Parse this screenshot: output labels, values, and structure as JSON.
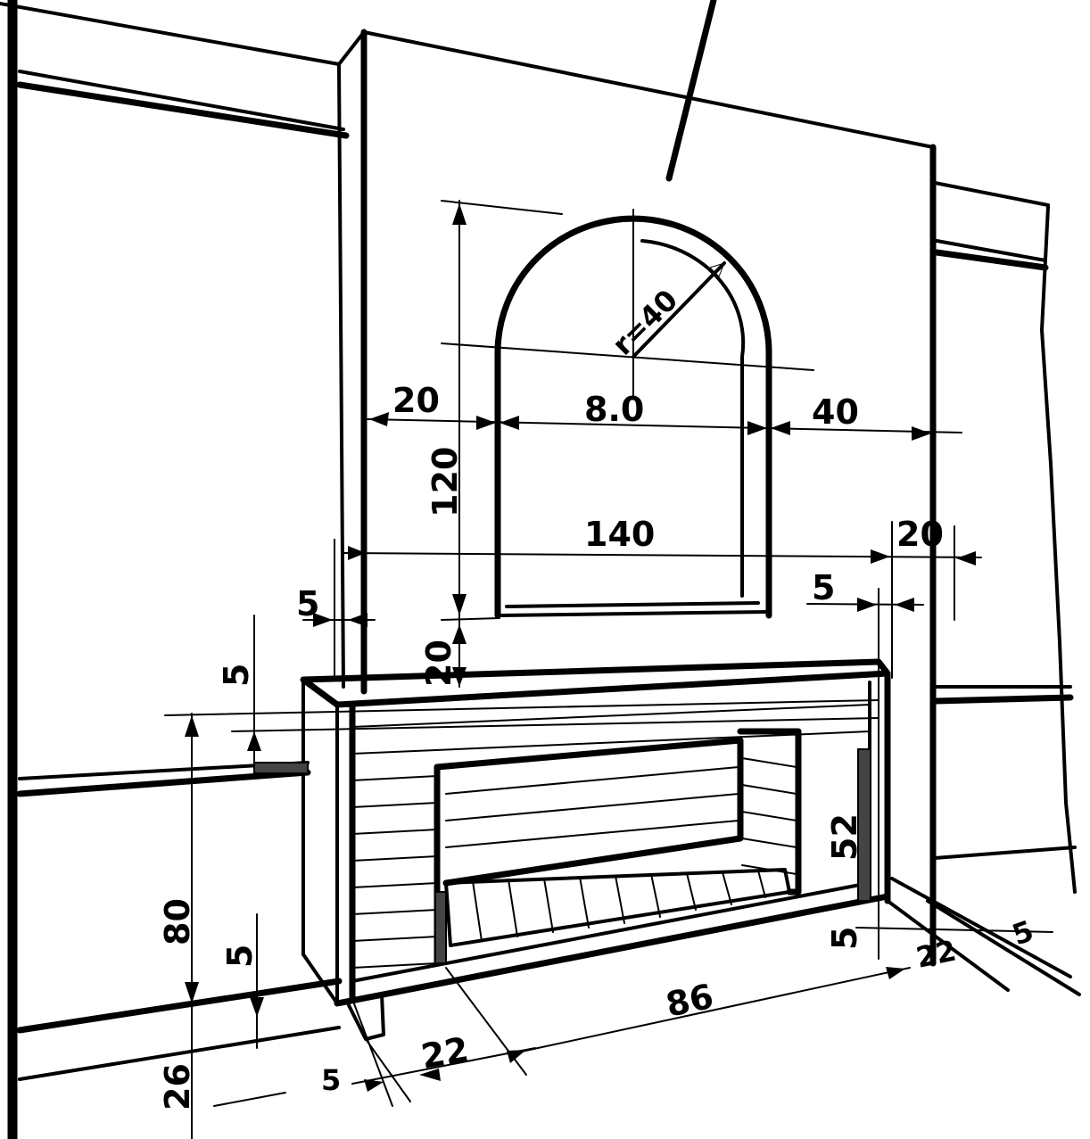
{
  "dimensions": {
    "left_margin": "20",
    "arch_width": "8.0",
    "right_margin": "40",
    "radius": "r=40",
    "window_height": "120",
    "wall_width": "140",
    "right_pier": "20",
    "right_reveal": "5",
    "left_reveal": "5",
    "sill_height": "20",
    "bench_top": "5",
    "bench_height": "80",
    "bench_gap": "5",
    "skirting": "26",
    "leg_left": "5",
    "depth_left": "22",
    "bench_length": "86",
    "depth_right": "22",
    "leg_right": "5",
    "end_thickness": "5",
    "back_height": "52"
  }
}
